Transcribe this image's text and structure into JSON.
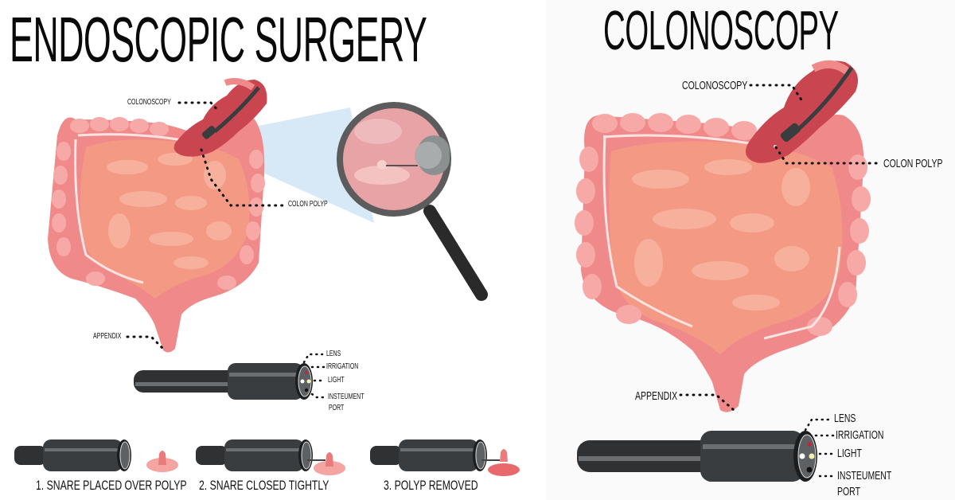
{
  "left_panel": {
    "title": "ENDOSCOPIC SURGERY",
    "labels": {
      "colonoscopy": "COLONOSCOPY",
      "colon_polyp": "COLON POLYP",
      "appendix": "APPENDIX"
    },
    "scope_labels": {
      "lens": "LENS",
      "irrigation": "IRRIGATION",
      "light": "LIGHT",
      "instrument_port_line1": "INSTEUMENT",
      "instrument_port_line2": "PORT"
    },
    "steps": [
      {
        "label": "1. SNARE PLACED OVER POLYP"
      },
      {
        "label": "2. SNARE CLOSED TIGHTLY"
      },
      {
        "label": "3. POLYP REMOVED"
      }
    ]
  },
  "right_panel": {
    "title": "COLONOSCOPY",
    "labels": {
      "colonoscopy": "COLONOSCOPY",
      "colon_polyp": "COLON POLYP",
      "appendix": "APPENDIX"
    },
    "scope_labels": {
      "lens": "LENS",
      "irrigation": "IRRIGATION",
      "light": "LIGHT",
      "instrument_port_line1": "INSTEUMENT",
      "instrument_port_line2": "PORT"
    }
  },
  "colors": {
    "colon_outer": "#f08a8a",
    "colon_light": "#f7a9a7",
    "small_intestine": "#f49a84",
    "small_intestine_light": "#f8b39e",
    "colon_dark": "#c94550",
    "scope_dark": "#3a3d3f",
    "scope_light": "#6b6f71",
    "magnifier_lens": "#e8a3a6",
    "light_beam": "#c9e2f3",
    "text": "#111111",
    "right_background": "#fafafa"
  }
}
